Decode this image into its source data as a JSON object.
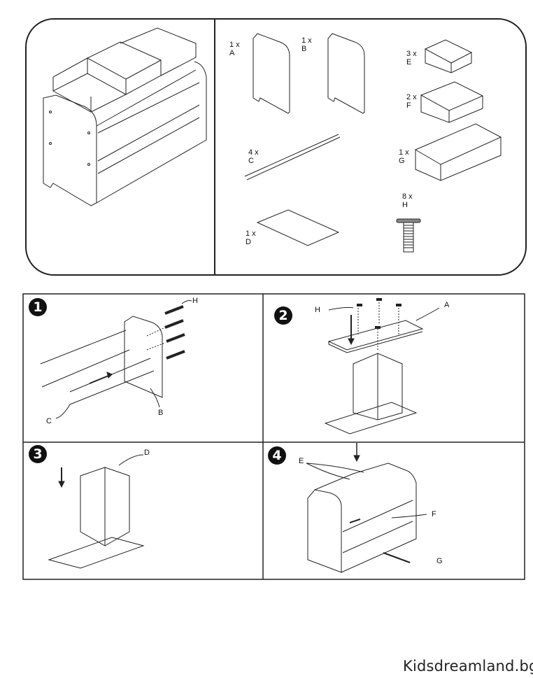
{
  "parts": [
    {
      "qty": "1 x",
      "id": "A",
      "name": "side-panel-a"
    },
    {
      "qty": "1 x",
      "id": "B",
      "name": "side-panel-b"
    },
    {
      "qty": "4 x",
      "id": "C",
      "name": "rod"
    },
    {
      "qty": "1 x",
      "id": "D",
      "name": "shelf-board"
    },
    {
      "qty": "3 x",
      "id": "E",
      "name": "small-box"
    },
    {
      "qty": "2 x",
      "id": "F",
      "name": "medium-box"
    },
    {
      "qty": "1 x",
      "id": "G",
      "name": "large-box"
    },
    {
      "qty": "8 x",
      "id": "H",
      "name": "screw"
    }
  ],
  "steps": [
    {
      "number": "1",
      "labels": [
        "H",
        "C",
        "B"
      ]
    },
    {
      "number": "2",
      "labels": [
        "H",
        "A"
      ]
    },
    {
      "number": "3",
      "labels": [
        "D"
      ]
    },
    {
      "number": "4",
      "labels": [
        "E",
        "F",
        "G"
      ]
    }
  ],
  "footer": {
    "brand": "Kidsdreamland.bg"
  }
}
